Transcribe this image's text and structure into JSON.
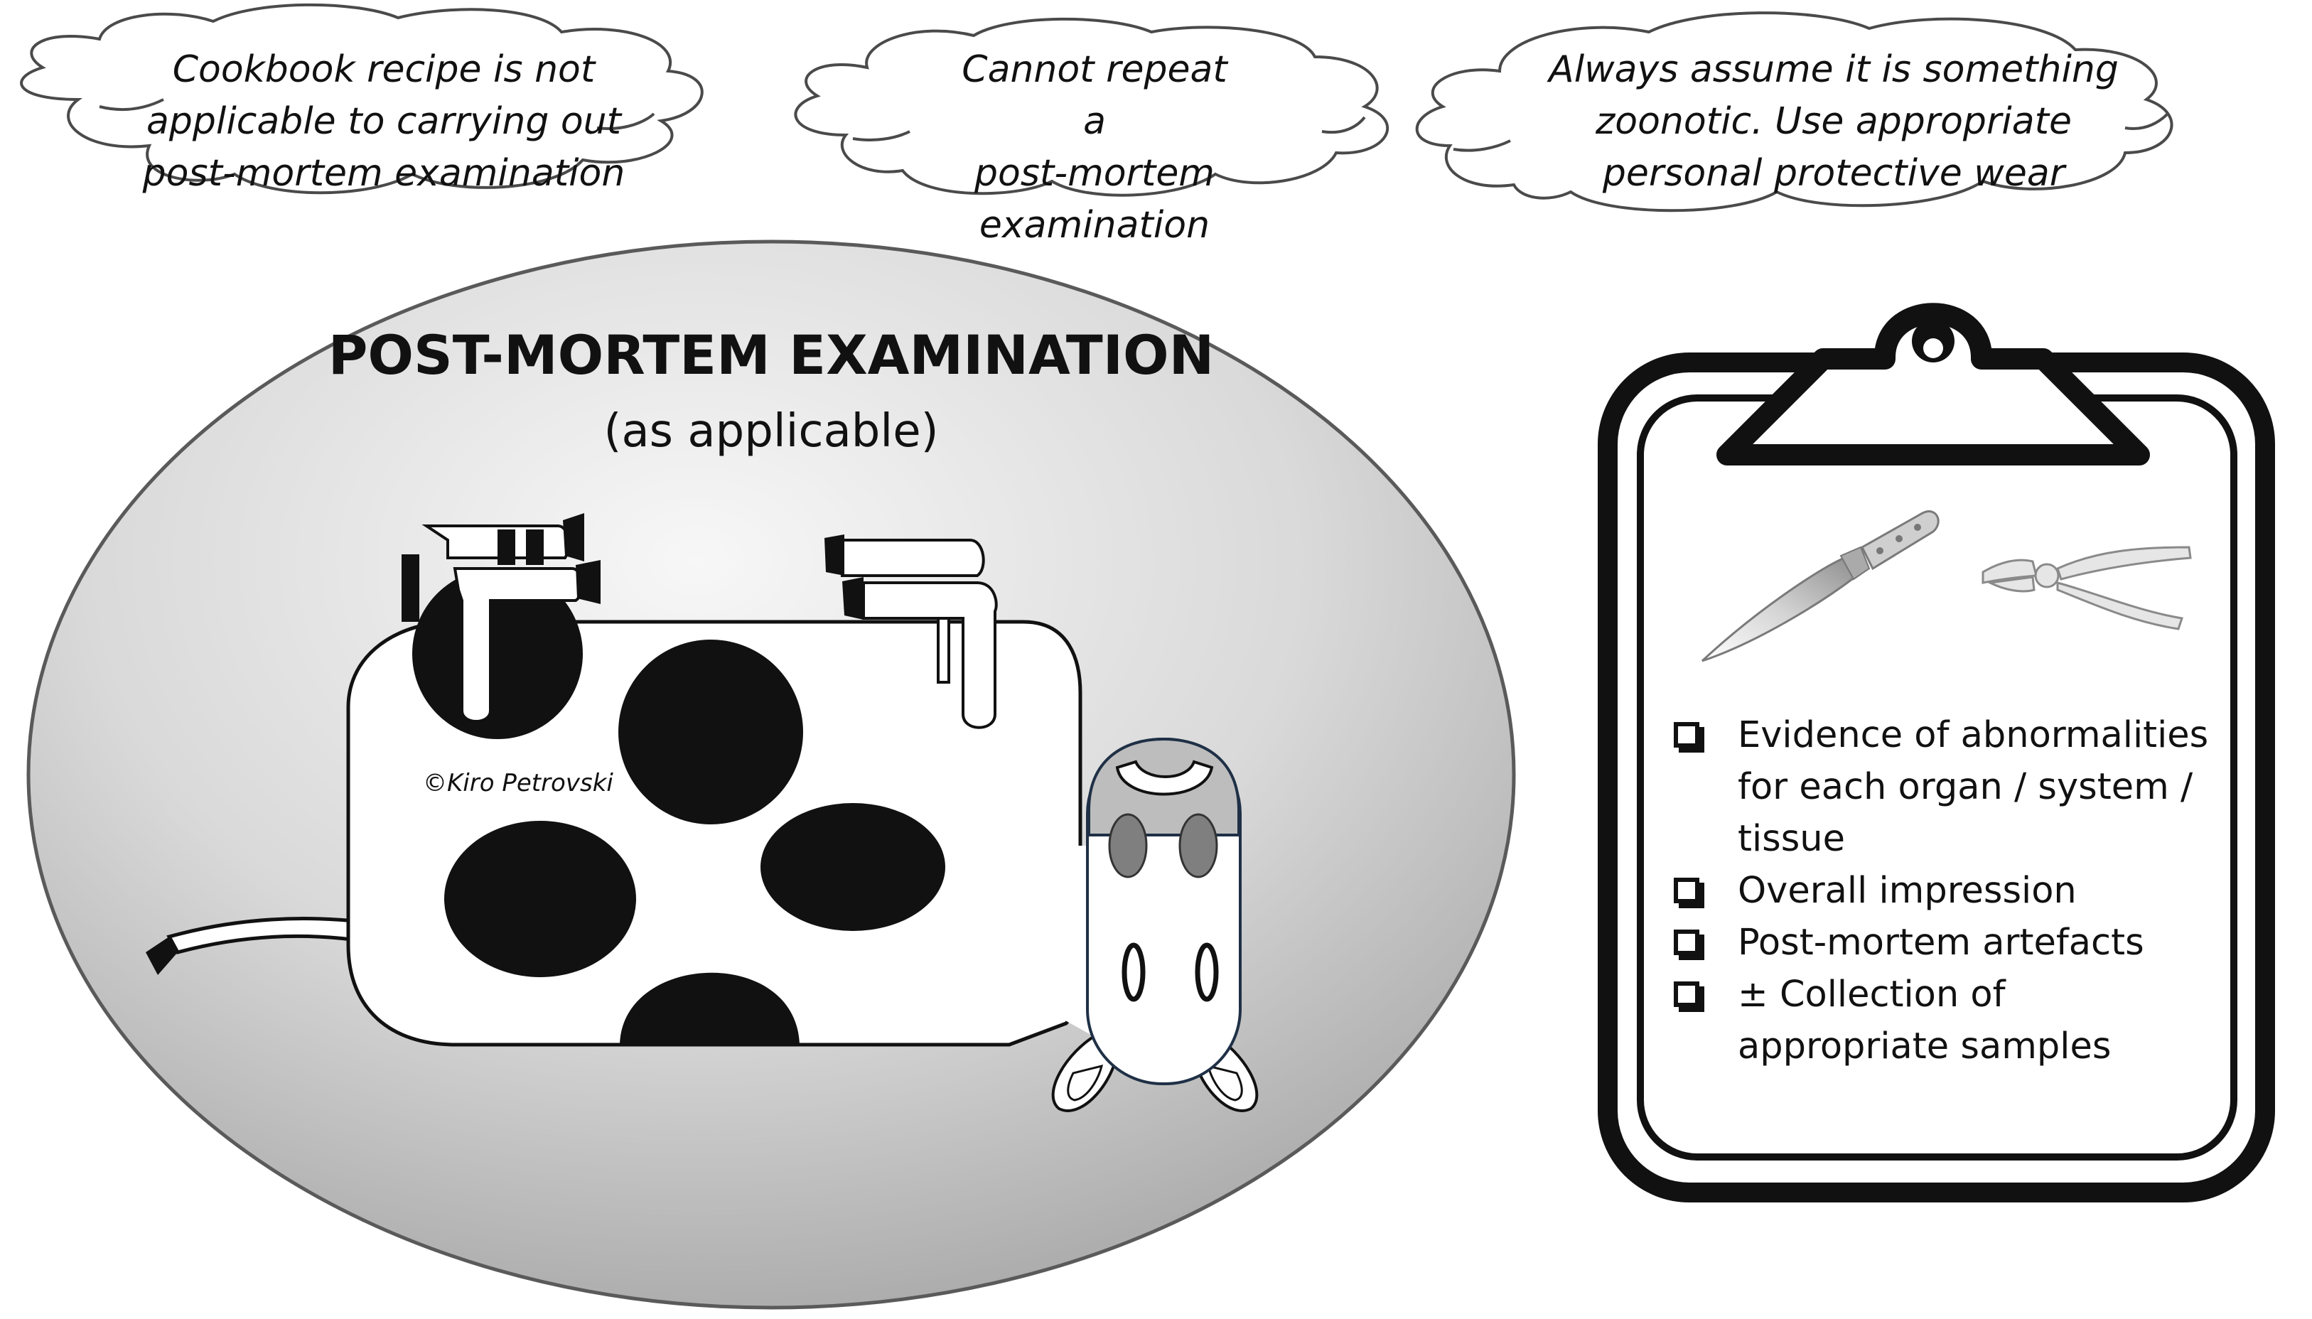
{
  "clouds": [
    {
      "lines": [
        "Cookbook recipe is not",
        "applicable to carrying out",
        "post-mortem examination"
      ]
    },
    {
      "lines": [
        "Cannot repeat a",
        "post-mortem",
        "examination"
      ]
    },
    {
      "lines": [
        "Always assume it is something",
        "zoonotic.  Use appropriate",
        "personal protective wear"
      ]
    }
  ],
  "main": {
    "title": "POST-MORTEM EXAMINATION",
    "subtitle": "(as applicable)",
    "copyright": "©Kiro Petrovski"
  },
  "clipboard": {
    "items": [
      {
        "lines": [
          "Evidence of abnormalities",
          "for each organ / system /",
          "tissue"
        ]
      },
      {
        "lines": [
          "Overall impression"
        ]
      },
      {
        "lines": [
          "Post-mortem artefacts"
        ]
      },
      {
        "lines": [
          "± Collection of",
          "appropriate samples"
        ]
      }
    ]
  },
  "icons": [
    "knife-icon",
    "bone-cutter-icon",
    "checkbox-icon"
  ]
}
